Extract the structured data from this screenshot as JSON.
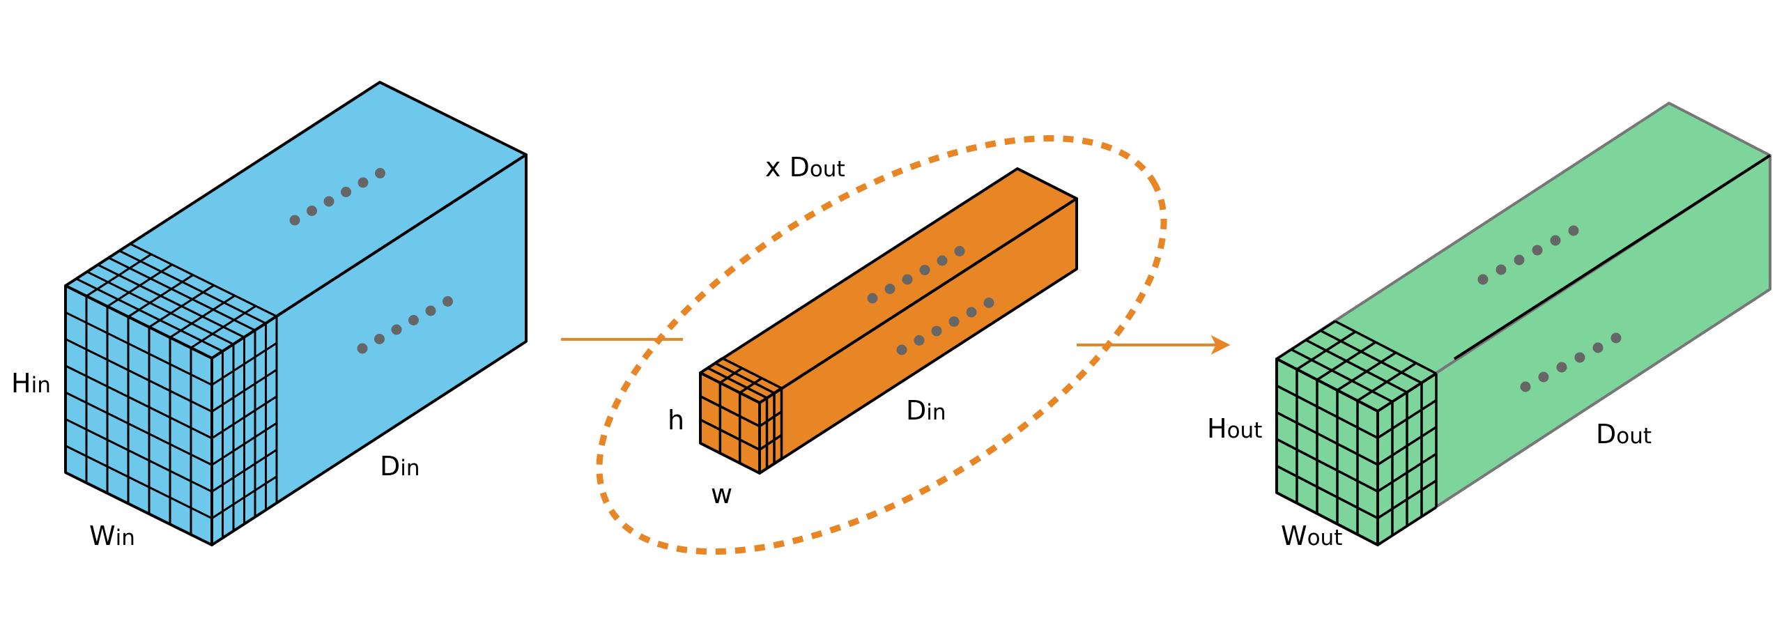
{
  "colors": {
    "input_volume": "#6ec8ec",
    "kernel": "#e88524",
    "output_volume": "#7dd59b",
    "arrow": "#e88524",
    "dashed_ellipse": "#e88524",
    "dots": "#666666",
    "outline": "#000000"
  },
  "input_volume": {
    "height_label": {
      "main": "H",
      "sub": "in"
    },
    "width_label": {
      "main": "W",
      "sub": "in"
    },
    "depth_label": {
      "main": "D",
      "sub": "in"
    }
  },
  "kernel": {
    "repeat_label": {
      "prefix": "x ",
      "main": "D",
      "sub": "out"
    },
    "height_label": "h",
    "width_label": "w",
    "depth_label": {
      "main": "D",
      "sub": "in"
    }
  },
  "output_volume": {
    "height_label": {
      "main": "H",
      "sub": "out"
    },
    "width_label": {
      "main": "W",
      "sub": "out"
    },
    "depth_label": {
      "main": "D",
      "sub": "out"
    }
  }
}
